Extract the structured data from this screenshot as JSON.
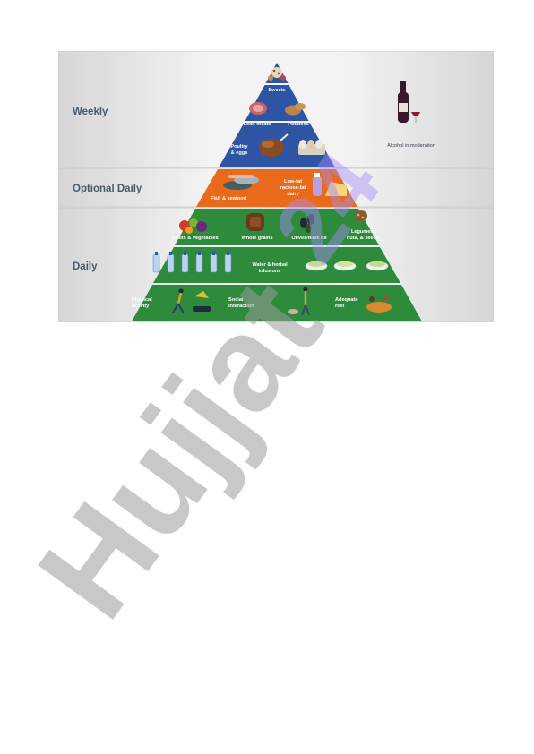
{
  "bands": {
    "weekly": "Weekly",
    "optional": "Optional Daily",
    "daily": "Daily"
  },
  "tiers": {
    "sweets": "Sweets",
    "lean_meats": "Lean meats",
    "potatoes": "Potatoes",
    "poultry_line1": "Poultry",
    "poultry_line2": "& eggs",
    "fish": "Fish & seafood",
    "dairy_line1": "Low-fat",
    "dairy_line2": "ractose-fat",
    "dairy_line3": "dairy",
    "fruits": "Fruits & vegetables",
    "whole_grains": "Whole grains",
    "olives": "Olives/olive oil",
    "legumes_line1": "Legumes,",
    "legumes_line2": "nuts, & seeds",
    "water_line1": "Water & herbal",
    "water_line2": "infusions",
    "physical_line1": "Physical",
    "physical_line2": "activity",
    "social_line1": "Social",
    "social_line2": "interaction",
    "rest_line1": "Adequate",
    "rest_line2": "rest"
  },
  "side_note": "Alcohol in moderation",
  "watermark": {
    "main": "Hujjat",
    "secondary": "24"
  },
  "colors": {
    "blue": "#2d55a3",
    "orange": "#e86a1a",
    "green": "#2e8b3c",
    "band_gray": "#e9e9e9"
  }
}
